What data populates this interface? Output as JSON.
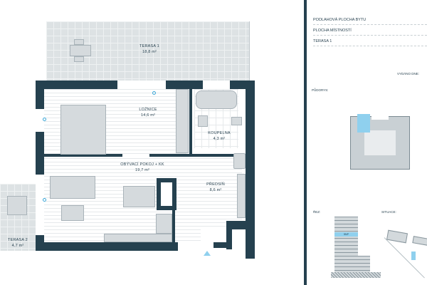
{
  "plan": {
    "rooms": [
      {
        "name": "TERASA 1",
        "area": "18,8 m²"
      },
      {
        "name": "LOŽNICE",
        "area": "14,6 m²"
      },
      {
        "name": "KOUPELNA",
        "area": "4,3 m²"
      },
      {
        "name": "OBÝVACÍ POKOJ + KK",
        "area": "19,7 m²"
      },
      {
        "name": "PŘEDSÍŇ",
        "area": "8,6 m²"
      },
      {
        "name": "TERASA 2",
        "area": "4,7 m²"
      }
    ]
  },
  "info": {
    "rows": [
      "PODLAHOVÁ PLOCHA BYTU",
      "PLOCHA MÍSTNOSTÍ",
      "TERASA 1"
    ],
    "issued_label": "VYDÁNO DNE:",
    "floorplan_label": "PŮDORYS:",
    "section_label": "ŘEZ:",
    "section_floor": "5NP",
    "situation_label": "SITUACE:",
    "accent_color": "#8fd0ee",
    "wall_color": "#25414f"
  }
}
